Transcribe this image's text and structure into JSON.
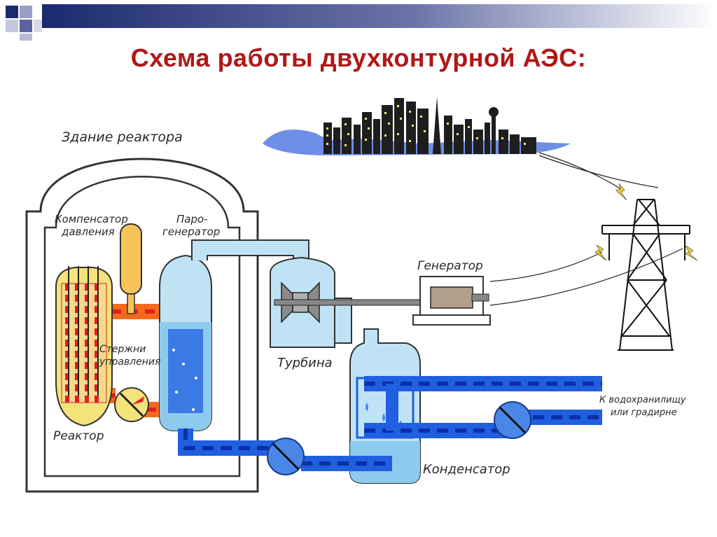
{
  "slide": {
    "title": "Схема работы двухконтурной АЭС:"
  },
  "labels": {
    "reactor_building": "Здание реактора",
    "pressurizer_line1": "Компенсатор",
    "pressurizer_line2": "давления",
    "steam_generator_line1": "Паро-",
    "steam_generator_line2": "генератор",
    "control_rods_line1": "Стержни",
    "control_rods_line2": "управления",
    "reactor": "Реактор",
    "turbine": "Турбина",
    "generator": "Генератор",
    "condenser": "Конденсатор",
    "reservoir_line1": "К водохранилищу",
    "reservoir_line2": "или градирне"
  },
  "colors": {
    "title": "#b01818",
    "primary_loop": "#f26b1d",
    "primary_loop_dashes": "#e02020",
    "secondary_loop": "#1f5fe0",
    "secondary_loop_dashes": "#0b2fa8",
    "steam": "#bfe3f5",
    "reactor_core": "#f4e27a",
    "city_sky": "#6f8ee6"
  }
}
